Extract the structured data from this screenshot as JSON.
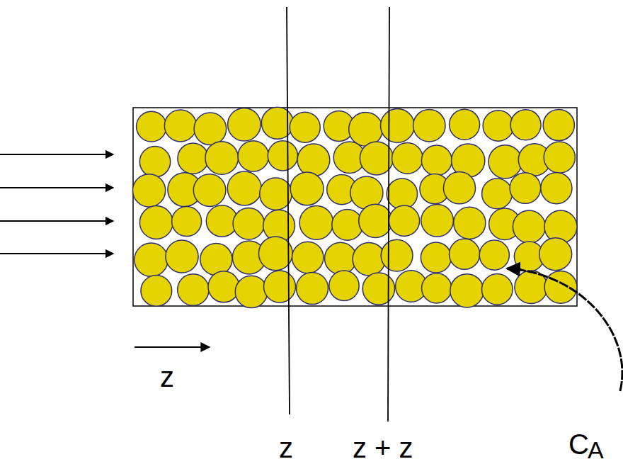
{
  "diagram": {
    "labels": [
      "z",
      "z",
      "z + z",
      "C",
      "A"
    ]
  }
}
